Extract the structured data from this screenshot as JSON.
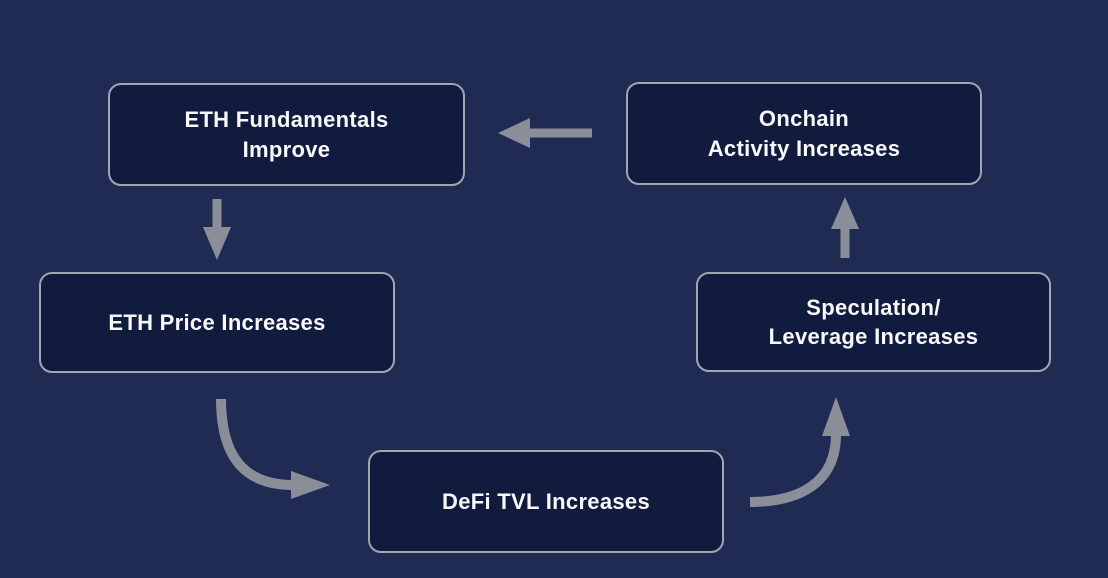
{
  "diagram": {
    "nodes": {
      "fundamentals": {
        "label": "ETH Fundamentals\nImprove"
      },
      "onchain": {
        "label": "Onchain\nActivity Increases"
      },
      "price": {
        "label": "ETH Price Increases"
      },
      "speculation": {
        "label": "Speculation/\nLeverage Increases"
      },
      "tvl": {
        "label": "DeFi TVL Increases"
      }
    },
    "edges": [
      {
        "from": "onchain",
        "to": "fundamentals",
        "direction": "left"
      },
      {
        "from": "fundamentals",
        "to": "price",
        "direction": "down"
      },
      {
        "from": "price",
        "to": "tvl",
        "direction": "curve-down-right"
      },
      {
        "from": "tvl",
        "to": "speculation",
        "direction": "curve-right-up"
      },
      {
        "from": "speculation",
        "to": "onchain",
        "direction": "up"
      }
    ],
    "colors": {
      "background": "#202b54",
      "node_fill": "#111b3d",
      "node_border": "#a0a5b0",
      "arrow": "#8a8e99",
      "text": "#f8f9fb"
    }
  }
}
